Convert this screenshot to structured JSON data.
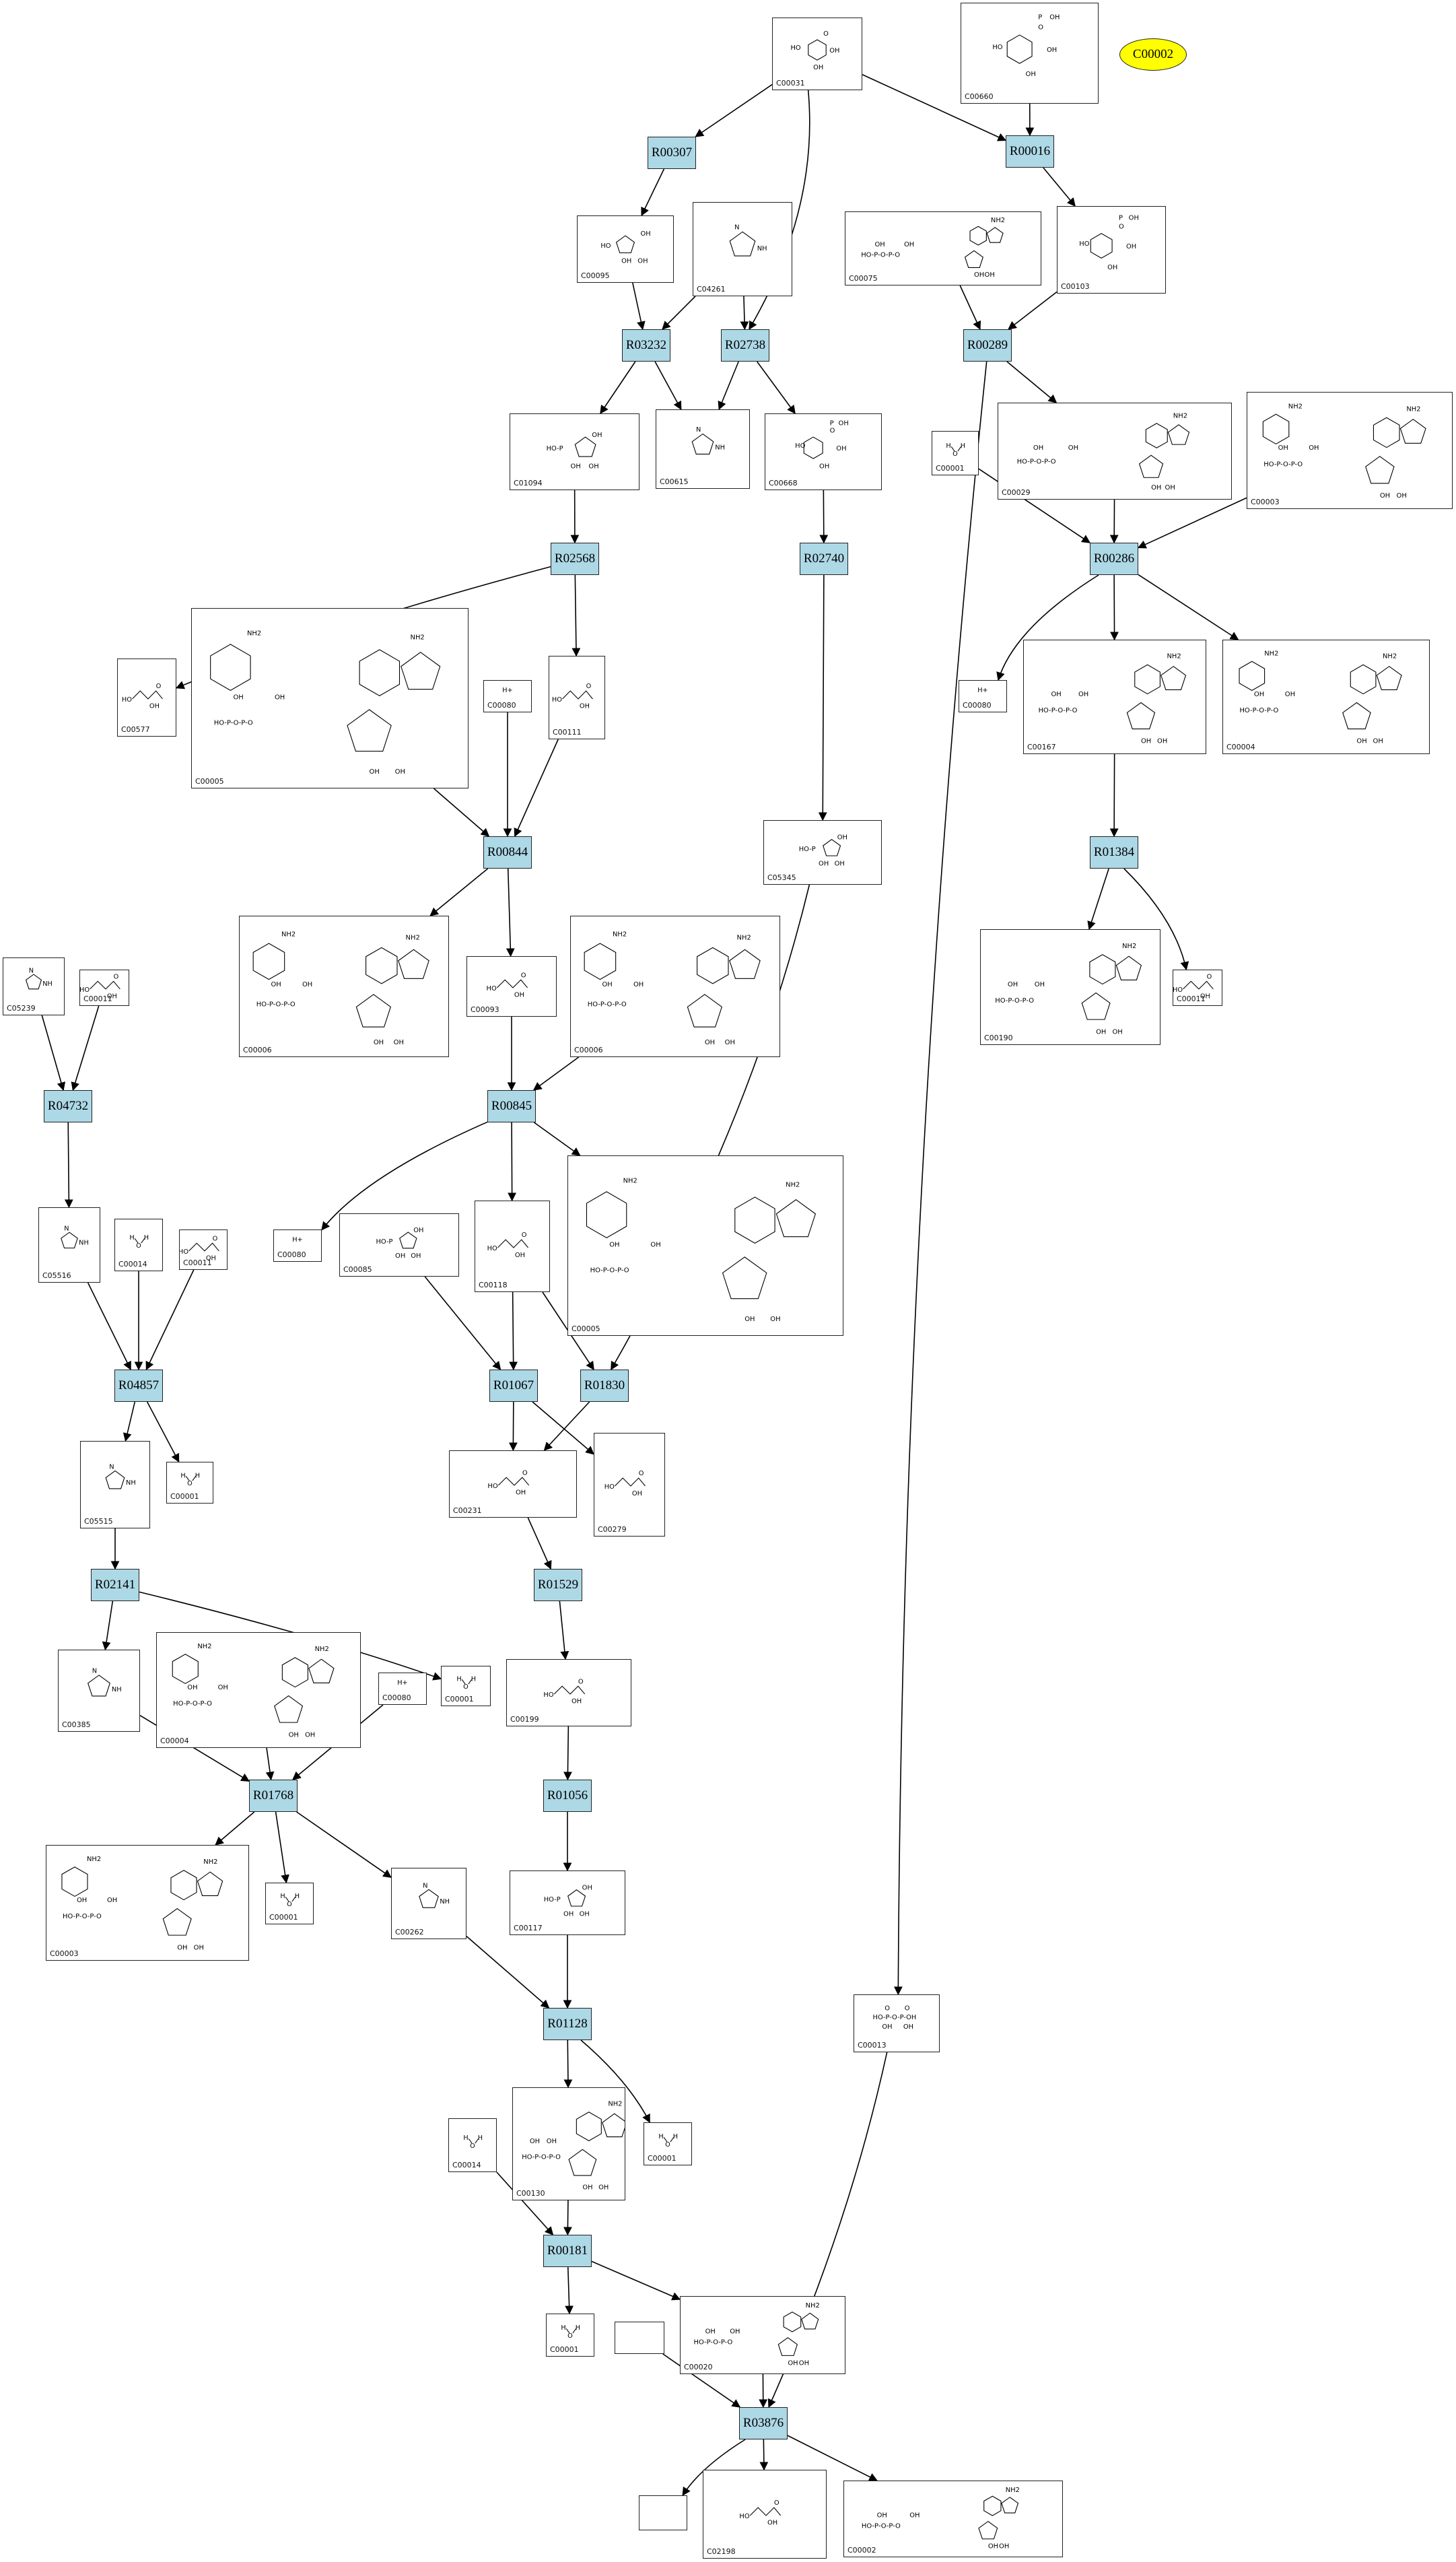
{
  "reactions": {
    "R00307": "R00307",
    "R00016": "R00016",
    "R03232": "R03232",
    "R02738": "R02738",
    "R00289": "R00289",
    "R02568": "R02568",
    "R02740": "R02740",
    "R00286": "R00286",
    "R00844": "R00844",
    "R01384": "R01384",
    "R04732": "R04732",
    "R00845": "R00845",
    "R04857": "R04857",
    "R01067": "R01067",
    "R01830": "R01830",
    "R02141": "R02141",
    "R01529": "R01529",
    "R01768": "R01768",
    "R01056": "R01056",
    "R01128": "R01128",
    "R00181": "R00181",
    "R03876": "R03876"
  },
  "target": "C00002",
  "compounds": {
    "n_C00031": "C00031",
    "n_C00660a": "C00660",
    "n_C00095": "C00095",
    "n_C04261": "C04261",
    "n_C00075": "C00075",
    "n_C00103": "C00103",
    "n_C01094": "C01094",
    "n_C00615": "C00615",
    "n_C00668": "C00668",
    "n_C00001a": "C00001",
    "n_C00029": "C00029",
    "n_C00003a": "C00003",
    "n_C00577": "C00577",
    "n_C00005a": "C00005",
    "n_C00080a": "C00080",
    "n_C00111": "C00111",
    "n_C00080b": "C00080",
    "n_C00167": "C00167",
    "n_C00004a": "C00004",
    "n_C05345": "C05345",
    "n_C00006a": "C00006",
    "n_C00093": "C00093",
    "n_C00006b": "C00006",
    "n_C00190": "C00190",
    "n_C00011a": "C00011",
    "n_C05239": "C05239",
    "n_C00011b": "C00011",
    "n_C00080c": "C00080",
    "n_C00085": "C00085",
    "n_C00118": "C00118",
    "n_C00005b": "C00005",
    "n_C05516": "C05516",
    "n_C00014a": "C00014",
    "n_C00011c": "C00011",
    "n_C00001b": "C00001",
    "n_C05515": "C05515",
    "n_C00231": "C00231",
    "n_C00279": "C00279",
    "n_C00385": "C00385",
    "n_C00004b": "C00004",
    "n_C00080d": "C00080",
    "n_C00001c": "C00001",
    "n_C00199": "C00199",
    "n_C00003b": "C00003",
    "n_C00001d": "C00001",
    "n_C00262": "C00262",
    "n_C00117": "C00117",
    "n_C00013": "C00013",
    "n_C00014b": "C00014",
    "n_C00130": "C00130",
    "n_C00001e": "C00001",
    "n_C00001f": "C00001",
    "n_C00020": "C00020",
    "n_blank1": "",
    "n_blank2": "",
    "n_C02198": "C02198",
    "n_C00002": "C00002"
  },
  "atom_labels": [
    "HO",
    "OH",
    "O",
    "P",
    "N",
    "NH",
    "NH2",
    "H",
    "H+"
  ]
}
